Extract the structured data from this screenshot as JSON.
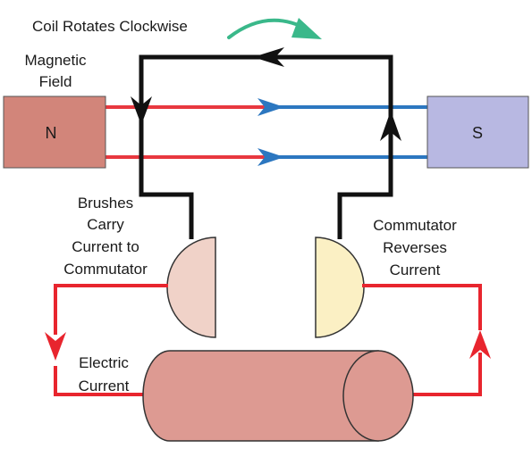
{
  "labels": {
    "rotation": "Coil Rotates Clockwise",
    "field_line1": "Magnetic",
    "field_line2": "Field",
    "brushes_line1": "Brushes",
    "brushes_line2": "Carry",
    "brushes_line3": "Current to",
    "brushes_line4": "Commutator",
    "commutator_line1": "Commutator",
    "commutator_line2": "Reverses",
    "commutator_line3": "Current",
    "current_line1": "Electric",
    "current_line2": "Current"
  },
  "poles": {
    "north": "N",
    "south": "S"
  },
  "colors": {
    "north_pole": "#d2857a",
    "south_pole": "#b8b8e2",
    "field_red": "#e8383f",
    "field_blue": "#2c77c0",
    "wire": "#111111",
    "current_wire": "#e8252e",
    "left_brush": "#f0d2c8",
    "right_brush": "#fbf0c4",
    "armature": "#dd9a92",
    "rotation_arrow": "#3ab88a"
  }
}
